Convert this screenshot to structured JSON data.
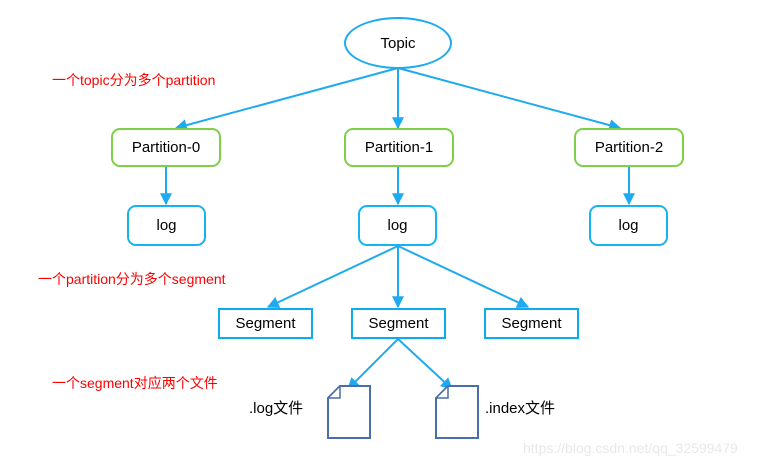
{
  "diagram": {
    "title": "Kafka Topic / Partition / Segment structure",
    "colors": {
      "edge": "#1eaaf0",
      "topic_border": "#1eaaf0",
      "partition_border": "#7ed04a",
      "log_border": "#15b4f0",
      "segment_border": "#0eacee",
      "file_border": "#4a6fa8",
      "annotation": "#ff0000",
      "watermark": "#e8e8e8",
      "background": "#ffffff"
    },
    "topic": {
      "label": "Topic"
    },
    "partitions": [
      {
        "label": "Partition-0"
      },
      {
        "label": "Partition-1"
      },
      {
        "label": "Partition-2"
      }
    ],
    "logs": [
      {
        "label": "log"
      },
      {
        "label": "log"
      },
      {
        "label": "log"
      }
    ],
    "segments": [
      {
        "label": "Segment"
      },
      {
        "label": "Segment"
      },
      {
        "label": "Segment"
      }
    ],
    "files": [
      {
        "label": ".log文件",
        "icon": "document-icon"
      },
      {
        "label": ".index文件",
        "icon": "document-icon"
      }
    ],
    "annotations": [
      {
        "text": "一个topic分为多个partition"
      },
      {
        "text": "一个partition分为多个segment"
      },
      {
        "text": "一个segment对应两个文件"
      }
    ],
    "watermark": {
      "text": "https://blog.csdn.net/qq_32599479"
    }
  }
}
